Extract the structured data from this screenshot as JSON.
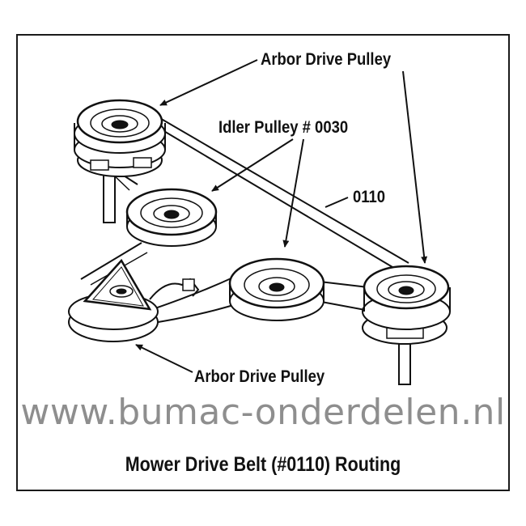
{
  "labels": {
    "arbor_top": "Arbor Drive Pulley",
    "idler": "Idler Pulley # 0030",
    "belt": "0110",
    "arbor_bottom": "Arbor Drive Pulley"
  },
  "watermark": "www.bumac-onderdelen.nl",
  "caption": "Mower Drive Belt (#0110) Routing",
  "colors": {
    "ink": "#111111",
    "watermark": "#8e8e8e",
    "background": "#ffffff"
  }
}
